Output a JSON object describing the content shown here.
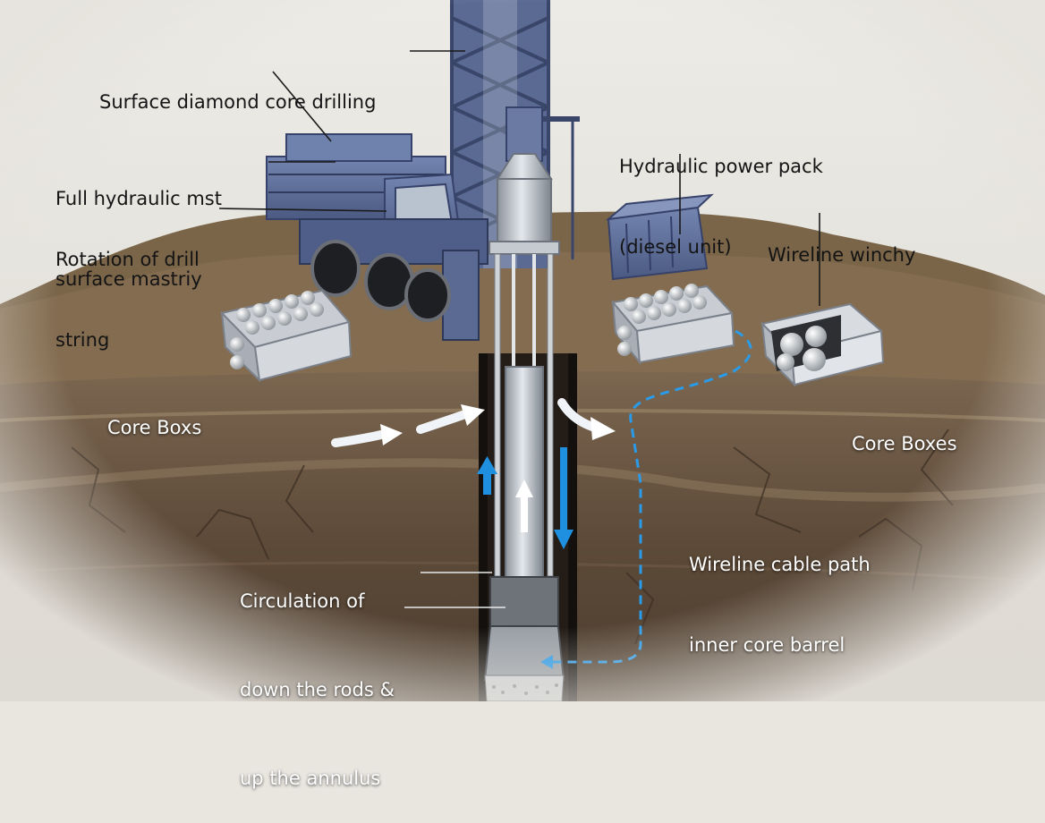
{
  "labels": {
    "surface_drilling": "Surface diamond core drilling",
    "mast_line1": "Full hydraulic mst",
    "mast_line2": "surface mastriy",
    "rotation_line1": "Rotation of drill",
    "rotation_line2": "string",
    "power_line1": "Hydraulic power pack",
    "power_line2": "(diesel unit)",
    "winch": "Wireline winchy",
    "core_left": "Core Boxs",
    "core_right": "Core Boxes",
    "cable_line1": "Wireline cable path",
    "cable_line2": "inner core barrel",
    "circ_line1": "Circulation of",
    "circ_line2": "down the rods &",
    "circ_line3": "up the annulus"
  },
  "colors": {
    "sky": "#e9e6e0",
    "rig_blue": "#5d6f9c",
    "rock": "#6e5a45",
    "flow_arrow": "#1f8fe0",
    "cable_dash": "#2a9be8",
    "label_dark": "#141414",
    "label_light": "#ffffff"
  }
}
